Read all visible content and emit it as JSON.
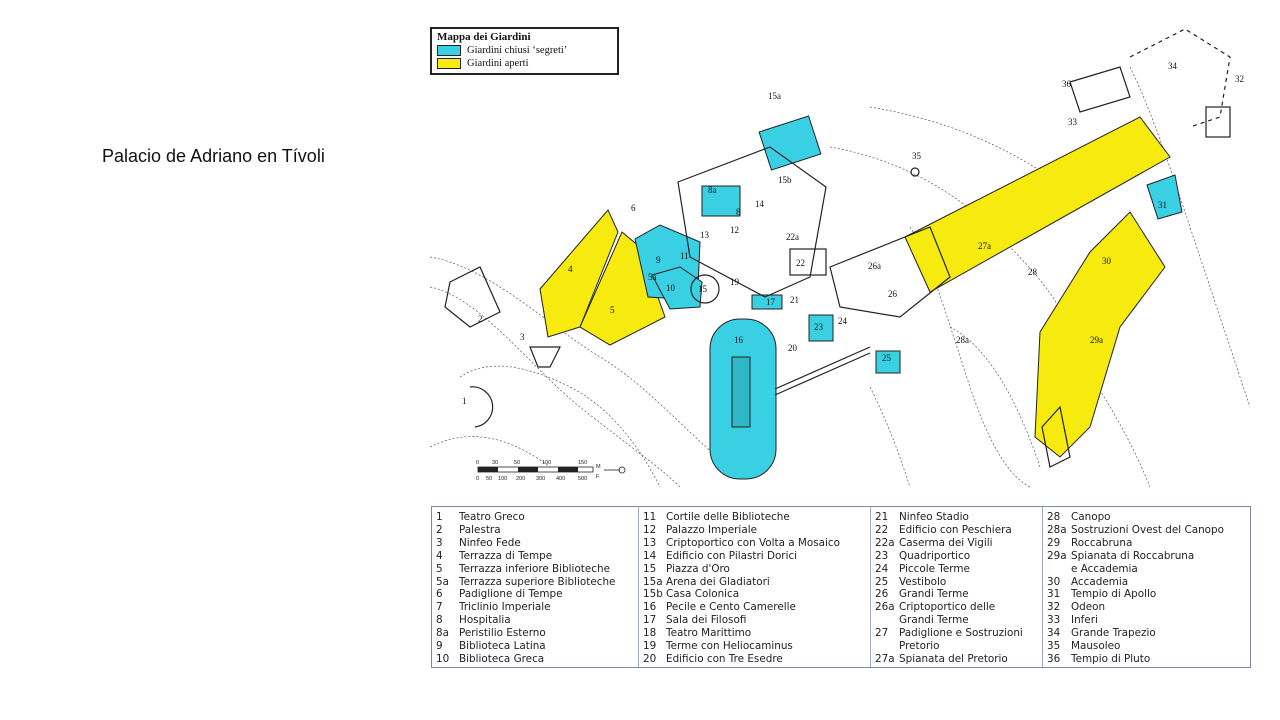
{
  "slide": {
    "title": "Palacio de Adriano en Tívoli"
  },
  "legend": {
    "title": "Mappa dei Giardini",
    "items": [
      {
        "label": "Giardini chiusi ‘segreti’",
        "color": "#39d0e3"
      },
      {
        "label": "Giardini aperti",
        "color": "#f6ea0f"
      }
    ]
  },
  "map_labels": [
    "1",
    "2",
    "3",
    "4",
    "5",
    "5a",
    "6",
    "8",
    "8a",
    "9",
    "10",
    "11",
    "12",
    "13",
    "14",
    "15",
    "15a",
    "15b",
    "16",
    "17",
    "19",
    "20",
    "21",
    "22",
    "22a",
    "23",
    "24",
    "25",
    "26",
    "26a",
    "27a",
    "28",
    "28a",
    "29a",
    "30",
    "31",
    "32",
    "33",
    "34",
    "35",
    "36"
  ],
  "scale_bar": {
    "ticks": [
      "0",
      "30",
      "50",
      "100",
      "150"
    ],
    "ticks2": [
      "0",
      "50",
      "100",
      "200",
      "300",
      "400",
      "500"
    ],
    "unit1": "M",
    "unit2": "F"
  },
  "key": {
    "columns": [
      [
        {
          "num": "1",
          "name": "Teatro Greco"
        },
        {
          "num": "2",
          "name": "Palestra"
        },
        {
          "num": "3",
          "name": "Ninfeo Fede"
        },
        {
          "num": "4",
          "name": "Terrazza di Tempe"
        },
        {
          "num": "5",
          "name": "Terrazza inferiore Biblioteche"
        },
        {
          "num": "5a",
          "name": "Terrazza superiore Biblioteche"
        },
        {
          "num": "6",
          "name": "Padiglione di Tempe"
        },
        {
          "num": "7",
          "name": "Triclinio Imperiale"
        },
        {
          "num": "8",
          "name": "Hospitalia"
        },
        {
          "num": "8a",
          "name": "Peristilio Esterno"
        },
        {
          "num": "9",
          "name": "Biblioteca Latina"
        },
        {
          "num": "10",
          "name": "Biblioteca Greca"
        }
      ],
      [
        {
          "num": "11",
          "name": "Cortile delle Biblioteche"
        },
        {
          "num": "12",
          "name": "Palazzo Imperiale"
        },
        {
          "num": "13",
          "name": "Criptoportico con Volta a Mosaico"
        },
        {
          "num": "14",
          "name": "Edificio con Pilastri Dorici"
        },
        {
          "num": "15",
          "name": "Piazza d'Oro"
        },
        {
          "num": "15a",
          "name": "Arena dei Gladiatori"
        },
        {
          "num": "15b",
          "name": "Casa Colonica"
        },
        {
          "num": "16",
          "name": "Pecile e Cento Camerelle"
        },
        {
          "num": "17",
          "name": "Sala dei Filosofi"
        },
        {
          "num": "18",
          "name": "Teatro Marittimo"
        },
        {
          "num": "19",
          "name": "Terme con Heliocaminus"
        },
        {
          "num": "20",
          "name": "Edificio con Tre Esedre"
        }
      ],
      [
        {
          "num": "21",
          "name": "Ninfeo Stadio"
        },
        {
          "num": "22",
          "name": "Edificio con Peschiera"
        },
        {
          "num": "22a",
          "name": "Caserma dei Vigili"
        },
        {
          "num": "23",
          "name": "Quadriportico"
        },
        {
          "num": "24",
          "name": "Piccole Terme"
        },
        {
          "num": "25",
          "name": "Vestibolo"
        },
        {
          "num": "26",
          "name": "Grandi Terme"
        },
        {
          "num": "26a",
          "name": "Criptoportico delle"
        },
        {
          "num": "",
          "name": "Grandi Terme"
        },
        {
          "num": "27",
          "name": "Padiglione e Sostruzioni"
        },
        {
          "num": "",
          "name": "Pretorio"
        },
        {
          "num": "27a",
          "name": "Spianata del Pretorio"
        }
      ],
      [
        {
          "num": "28",
          "name": "Canopo"
        },
        {
          "num": "28a",
          "name": "Sostruzioni Ovest del Canopo"
        },
        {
          "num": "29",
          "name": "Roccabruna"
        },
        {
          "num": "29a",
          "name": "Spianata di Roccabruna"
        },
        {
          "num": "",
          "name": "e Accademia"
        },
        {
          "num": "30",
          "name": "Accademia"
        },
        {
          "num": "31",
          "name": "Tempio di Apollo"
        },
        {
          "num": "32",
          "name": "Odeon"
        },
        {
          "num": "33",
          "name": "Inferi"
        },
        {
          "num": "34",
          "name": "Grande Trapezio"
        },
        {
          "num": "35",
          "name": "Mausoleo"
        },
        {
          "num": "36",
          "name": "Tempio di Pluto"
        }
      ]
    ]
  }
}
